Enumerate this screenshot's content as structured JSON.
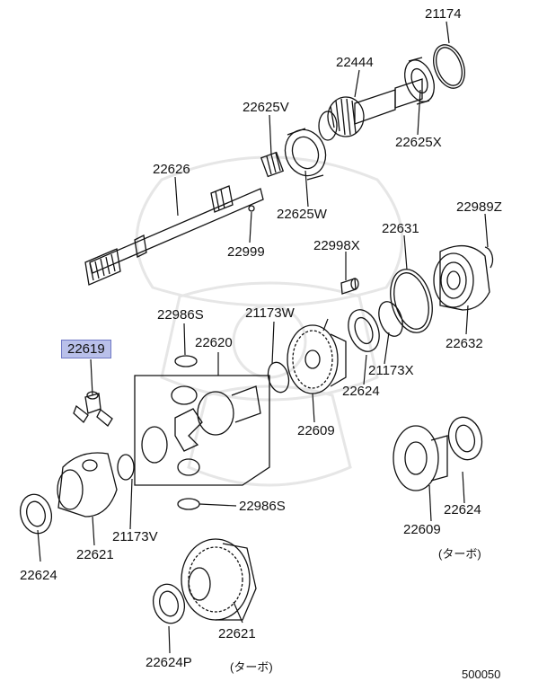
{
  "labels": {
    "p21174": "21174",
    "p22444": "22444",
    "p22625V": "22625V",
    "p22625X": "22625X",
    "p22626": "22626",
    "p22625W": "22625W",
    "p22989Z": "22989Z",
    "p22999": "22999",
    "p22631": "22631",
    "p22998X": "22998X",
    "p22986S_top": "22986S",
    "p21173W": "21173W",
    "p22620": "22620",
    "p22632": "22632",
    "p22619": "22619",
    "p21173X": "21173X",
    "p22624_mid": "22624",
    "p22609_mid": "22609",
    "p21173V": "21173V",
    "p22621_left": "22621",
    "p22624_left": "22624",
    "p22986S_bottom": "22986S",
    "p22609_right": "22609",
    "p22624_right": "22624",
    "turbo_right": "(ターボ)",
    "p22621_bottom": "22621",
    "p22624P": "22624P",
    "turbo_bottom": "(ターボ)",
    "ref_code": "500050"
  },
  "colors": {
    "line": "#111111",
    "highlight_bg": "#b9c0ea",
    "highlight_border": "#6f78c4",
    "watermark": "#ededed"
  }
}
